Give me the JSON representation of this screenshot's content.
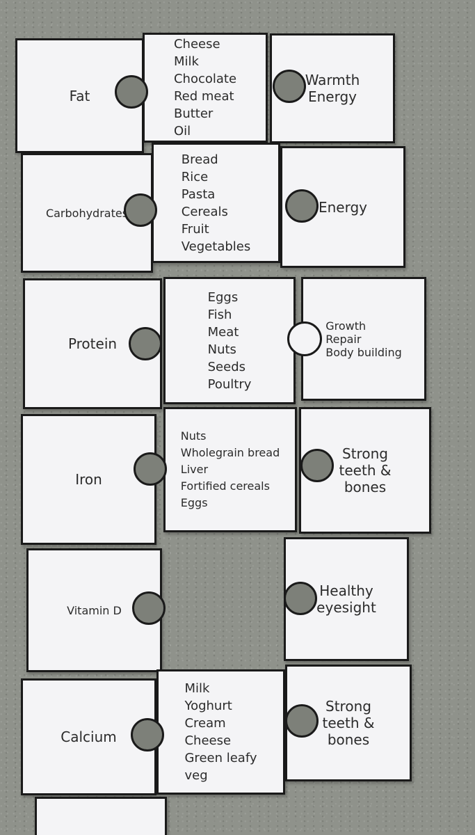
{
  "rows": [
    {
      "nutrient": "Fat",
      "foods": [
        "Cheese",
        "Milk",
        "Chocolate",
        "Red meat",
        "Butter",
        "Oil"
      ],
      "function": [
        "Warmth",
        "Energy"
      ]
    },
    {
      "nutrient": "Carbohydrates",
      "foods": [
        "Bread",
        "Rice",
        "Pasta",
        "Cereals",
        "Fruit",
        "Vegetables"
      ],
      "function": [
        "Energy"
      ]
    },
    {
      "nutrient": "Protein",
      "foods": [
        "Eggs",
        "Fish",
        "Meat",
        "Nuts",
        "Seeds",
        "Poultry"
      ],
      "function": [
        "Growth",
        "Repair",
        "Body building"
      ]
    },
    {
      "nutrient": "Iron",
      "foods": [
        "Nuts",
        "Wholegrain bread",
        "Liver",
        "Fortified cereals",
        "Eggs"
      ],
      "function": [
        "Strong",
        "teeth &",
        "bones"
      ]
    },
    {
      "nutrient": "Vitamin D",
      "foods": [],
      "function": [
        "Healthy",
        "eyesight"
      ]
    },
    {
      "nutrient": "Calcium",
      "foods": [
        "Milk",
        "Yoghurt",
        "Cream",
        "Cheese",
        "Green leafy",
        "veg"
      ],
      "function": [
        "Strong",
        "teeth &",
        "bones"
      ]
    }
  ]
}
